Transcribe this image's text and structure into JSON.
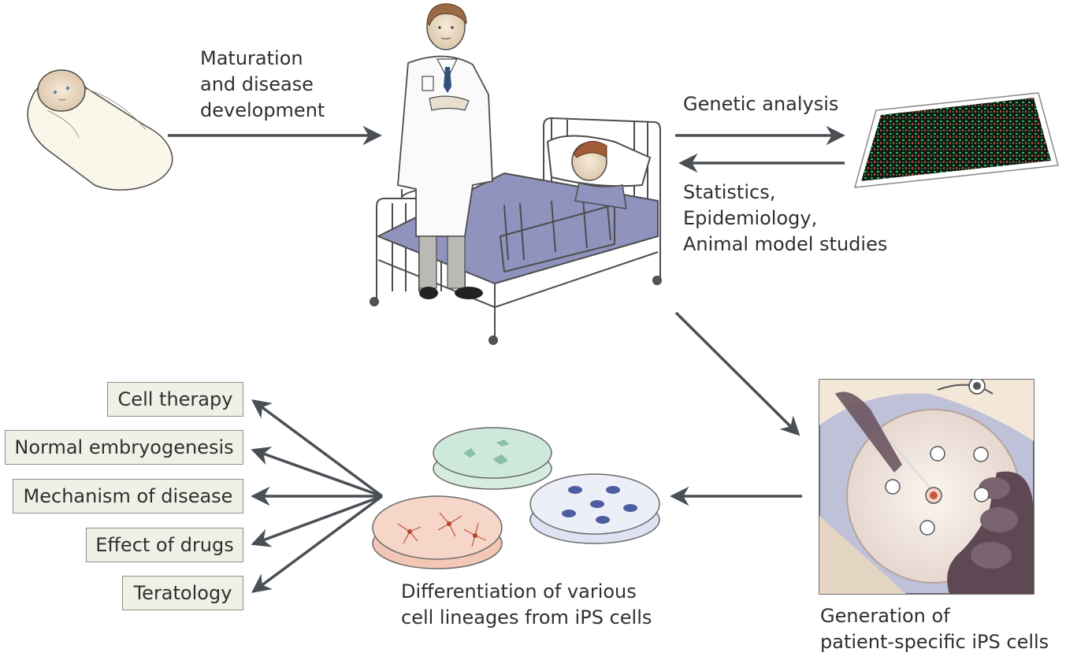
{
  "labels": {
    "maturation": [
      "Maturation",
      "and disease",
      "development"
    ],
    "genetic": "Genetic analysis",
    "stats": [
      "Statistics,",
      "Epidemiology,",
      "Animal model studies"
    ],
    "differentiation": [
      "Differentiation of various",
      "cell lineages from iPS cells"
    ],
    "generation": [
      "Generation of",
      "patient-specific iPS cells"
    ]
  },
  "applications": [
    "Cell therapy",
    "Normal embryogenesis",
    "Mechanism of disease",
    "Effect of drugs",
    "Teratology"
  ],
  "colors": {
    "arrow": "#4a4f55",
    "bed_blanket": "#8f93bd",
    "microarray_green": "#2fb563",
    "microarray_red": "#b04a3a",
    "dish_green": "#cfe8dc",
    "dish_blue": "#dfe2f3",
    "dish_pink": "#f6d6c8",
    "box_fill": "#f1f0e7"
  },
  "icons": [
    "swaddled-baby-illustration",
    "doctor-illustration",
    "hospital-bed-illustration",
    "microarray-chip-illustration",
    "petri-dish-illustration",
    "ips-cell-culture-illustration"
  ]
}
